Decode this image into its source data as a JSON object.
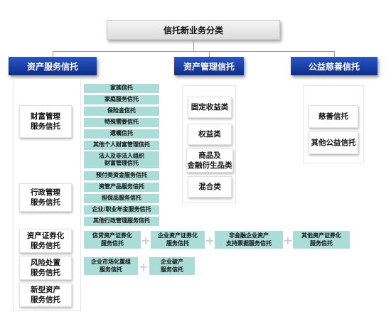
{
  "title": "信托新业务分类",
  "categories": {
    "asset_service": "资产服务信托",
    "asset_management": "资产管理信托",
    "charity": "公益慈善信托"
  },
  "groups": {
    "wealth": {
      "label": "财富管理\n服务信托",
      "items": [
        "家族信托",
        "家庭服务信托",
        "保险金信托",
        "特殊需要信托",
        "遗嘱信托",
        "其他个人财富管理信托",
        "法人及非法人组织\n财富管理信托"
      ]
    },
    "admin": {
      "label": "行政管理\n服务信托",
      "items": [
        "预付类资金服务信托",
        "资管产品服务信托",
        "担保品服务信托",
        "企业/职业年金服务信托",
        "其他行政管理服务信托"
      ]
    },
    "securitization": {
      "label": "资产证券化\n服务信托",
      "items": [
        "信贷资产证券化\n服务信托",
        "企业资产证券化\n服务信托",
        "非金融企业资产\n支持票据服务信托",
        "其他资产证券化\n服务信托"
      ]
    },
    "risk": {
      "label": "风险处置\n服务信托",
      "items": [
        "企业市场化重组\n服务信托",
        "企业破产\n服务信托"
      ]
    },
    "new_asset": {
      "label": "新型资产\n服务信托"
    }
  },
  "asset_management_items": [
    "固定收益类",
    "权益类",
    "商品及\n金融衍生品类",
    "混合类"
  ],
  "charity_items": [
    "慈善信托",
    "其他公益信托"
  ],
  "plus_symbol": "+"
}
